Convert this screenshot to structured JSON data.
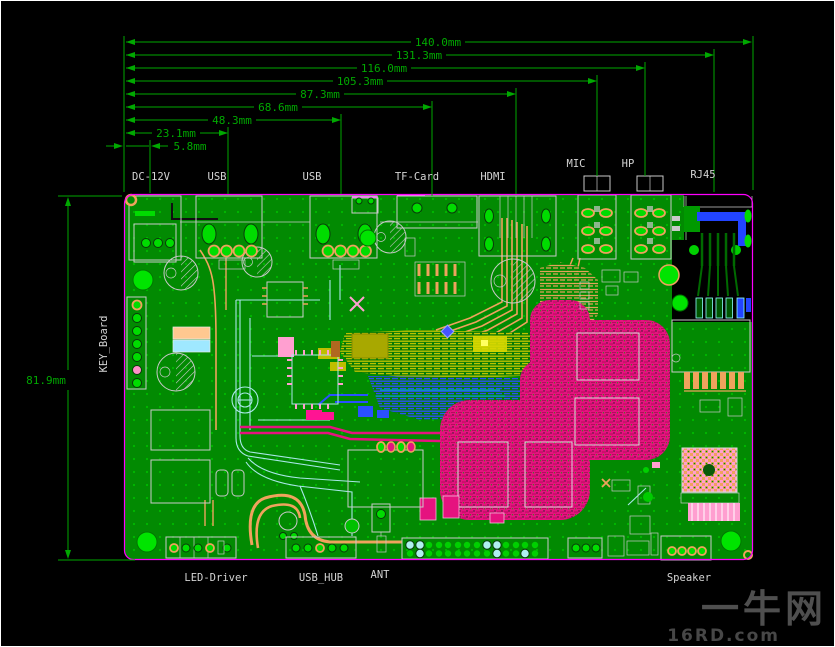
{
  "drawing": {
    "dimensions": {
      "horizontal": [
        {
          "label": "140.0mm"
        },
        {
          "label": "131.3mm"
        },
        {
          "label": "116.0mm"
        },
        {
          "label": "105.3mm"
        },
        {
          "label": "87.3mm"
        },
        {
          "label": "68.6mm"
        },
        {
          "label": "48.3mm"
        },
        {
          "label": "23.1mm"
        },
        {
          "label": "5.8mm"
        }
      ],
      "vertical": {
        "label": "81.9mm"
      }
    },
    "connectors": {
      "top": [
        {
          "label": "DC-12V"
        },
        {
          "label": "USB"
        },
        {
          "label": "USB"
        },
        {
          "label": "TF-Card"
        },
        {
          "label": "HDMI"
        },
        {
          "label": "MIC"
        },
        {
          "label": "HP"
        },
        {
          "label": "RJ45"
        }
      ],
      "left": {
        "label": "KEY_Board"
      },
      "bottom": [
        {
          "label": "LED-Driver"
        },
        {
          "label": "USB_HUB"
        },
        {
          "label": "ANT"
        },
        {
          "label": "Speaker"
        }
      ]
    },
    "watermark": {
      "brand": "一牛网",
      "site": "16RD.com"
    },
    "colors": {
      "background": "#000000",
      "board_green": "#028A02",
      "pad_green": "#00DC00",
      "outline_magenta": "#FF00FF",
      "dimension_green": "#00A800",
      "label_gray": "#D4D4D4",
      "copper_orange": "#EFA35D",
      "signal_pink": "#E5137F",
      "signal_blue": "#2B50FF",
      "signal_olive": "#C6C600",
      "pale_cyan": "#A8E8E8",
      "watermark_gray": "#4F4F4F"
    }
  }
}
